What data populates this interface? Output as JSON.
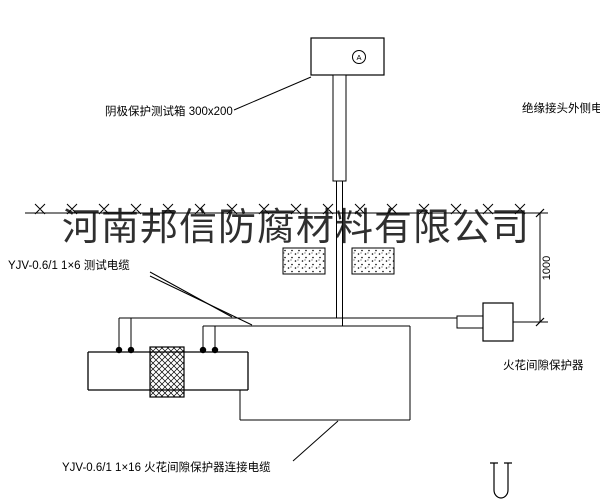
{
  "watermark": "河南邦信防腐材料有限公司",
  "labels": {
    "test_box": "阴极保护测试箱 300x200",
    "outer_cable": "绝缘接头外侧电缆",
    "test_cable": "YJV-0.6/1 1×6  测试电缆",
    "spark_gap_protector": "火花间隙保护器",
    "dimension_1000": "1000",
    "connection_cable": "YJV-0.6/1 1×16  火花间隙保护器连接电缆",
    "terminal_a": "A"
  },
  "colors": {
    "line": "#000000",
    "background": "#ffffff",
    "watermark": "#111111"
  }
}
